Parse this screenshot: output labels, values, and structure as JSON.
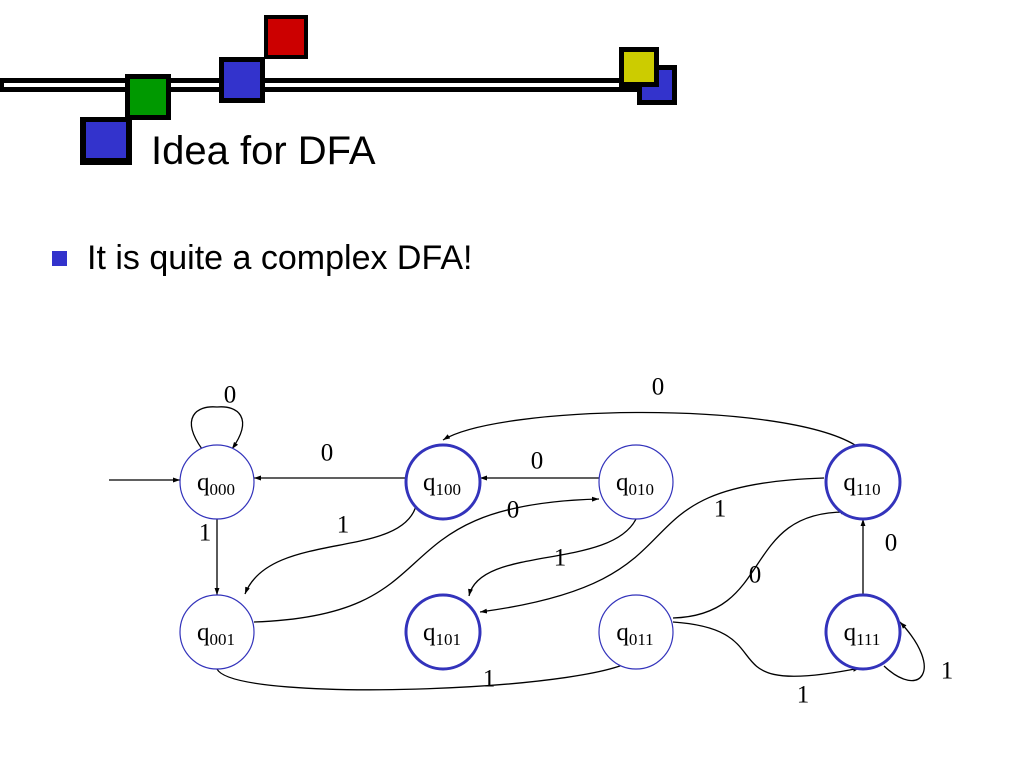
{
  "slide": {
    "title": "Idea for DFA",
    "bullets": [
      "It is quite a complex DFA!"
    ],
    "colors": {
      "red": "#cc0000",
      "green": "#009900",
      "blue": "#3333cc",
      "yellow": "#cccc00",
      "state_accent": "#3333bb",
      "ink": "#000000"
    }
  },
  "dfa": {
    "states": [
      {
        "id": "q000",
        "base": "q",
        "sub": "000",
        "accepting": false,
        "start": true
      },
      {
        "id": "q100",
        "base": "q",
        "sub": "100",
        "accepting": true,
        "start": false
      },
      {
        "id": "q010",
        "base": "q",
        "sub": "010",
        "accepting": false,
        "start": false
      },
      {
        "id": "q110",
        "base": "q",
        "sub": "110",
        "accepting": true,
        "start": false
      },
      {
        "id": "q001",
        "base": "q",
        "sub": "001",
        "accepting": false,
        "start": false
      },
      {
        "id": "q101",
        "base": "q",
        "sub": "101",
        "accepting": true,
        "start": false
      },
      {
        "id": "q011",
        "base": "q",
        "sub": "011",
        "accepting": false,
        "start": false
      },
      {
        "id": "q111",
        "base": "q",
        "sub": "111",
        "accepting": true,
        "start": false
      }
    ],
    "transitions": [
      {
        "from": "q000",
        "to": "q000",
        "label": "0"
      },
      {
        "from": "q000",
        "to": "q001",
        "label": "1"
      },
      {
        "from": "q100",
        "to": "q000",
        "label": "0"
      },
      {
        "from": "q100",
        "to": "q001",
        "label": "1"
      },
      {
        "from": "q010",
        "to": "q100",
        "label": "0"
      },
      {
        "from": "q010",
        "to": "q101",
        "label": "1"
      },
      {
        "from": "q110",
        "to": "q100",
        "label": "0"
      },
      {
        "from": "q110",
        "to": "q101",
        "label": "1"
      },
      {
        "from": "q001",
        "to": "q010",
        "label": "0"
      },
      {
        "from": "q001",
        "to": "q011",
        "label": "1"
      },
      {
        "from": "q011",
        "to": "q110",
        "label": "0"
      },
      {
        "from": "q011",
        "to": "q111",
        "label": "1"
      },
      {
        "from": "q111",
        "to": "q110",
        "label": "0"
      },
      {
        "from": "q111",
        "to": "q111",
        "label": "1"
      }
    ]
  }
}
